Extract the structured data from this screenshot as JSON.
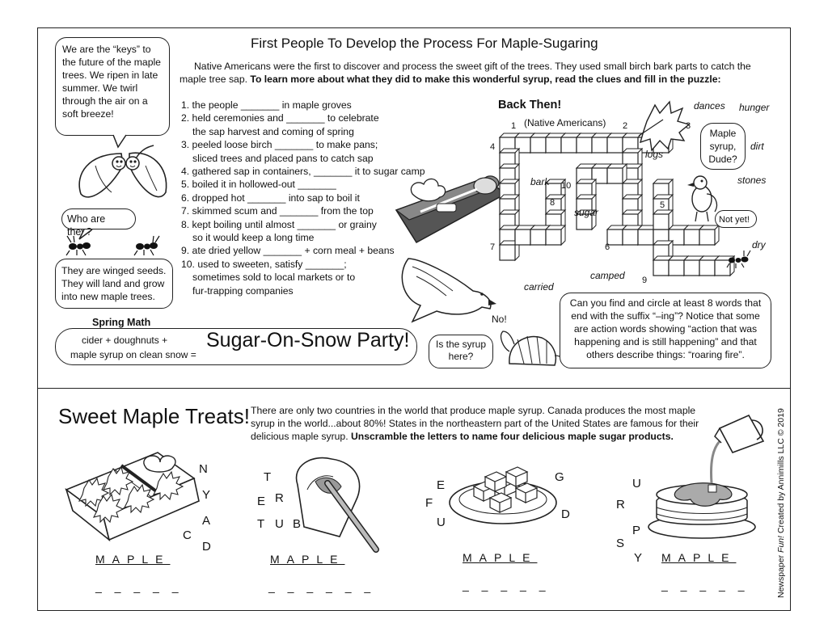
{
  "top": {
    "title": "First People To Develop the Process For Maple-Sugaring",
    "intro_plain": "Native Americans were the first to discover and process the sweet gift of the trees. They used small birch bark parts to catch the maple tree sap.",
    "intro_bold": "To learn more about what they did to make this wonderful syrup, read the clues and fill in the puzzle:",
    "keys_bubble": "We are the “keys” to the future of the maple trees. We ripen in late summer. We twirl through the air on a soft breeze!",
    "who_bubble": "Who are they?",
    "winged_bubble": "They are winged seeds. They will land and grow into new maple trees.",
    "clues": [
      {
        "text": "1. the people _______ in maple groves"
      },
      {
        "text": "2. held ceremonies and _______ to celebrate"
      },
      {
        "text": "the sap harvest and coming of spring",
        "indent": true
      },
      {
        "text": "3. peeled loose birch _______ to make pans;"
      },
      {
        "text": "sliced trees and placed pans to catch sap",
        "indent": true
      },
      {
        "text": "4. gathered sap in containers, _______ it to sugar camp"
      },
      {
        "text": "5. boiled it in hollowed-out _______"
      },
      {
        "text": "6. dropped hot _______ into sap to boil it"
      },
      {
        "text": "7. skimmed scum and _______ from the top"
      },
      {
        "text": "8. kept boiling until almost _______ or grainy"
      },
      {
        "text": "so it would keep a long time",
        "indent": true
      },
      {
        "text": "9. ate dried yellow _______ + corn meal + beans"
      },
      {
        "text": "10. used to sweeten, satisfy _______;"
      },
      {
        "text": "sometimes sold to local markets or to",
        "indent": true
      },
      {
        "text": "fur-trapping companies",
        "indent": true
      }
    ],
    "spring_math_label": "Spring Math",
    "math_line1": "cider + doughnuts +",
    "math_line2": "maple syrup on clean snow =",
    "party": "Sugar-On-Snow Party!",
    "syrup_bubble": "Is the syrup here?",
    "no_text": "No!",
    "back_then": "Back Then!",
    "native": "(Native Americans)",
    "maple_bubble": "Maple syrup, Dude?",
    "not_yet": "Not yet!",
    "suffix_bubble": "Can you find and circle at least 8 words that end with the suffix “–ing”? Notice that some are action words showing “action that was happening and is still happening” and that others describe things: “roaring fire”.",
    "word_bank": [
      "dances",
      "hunger",
      "dirt",
      "logs",
      "stones",
      "bark",
      "sugar",
      "dry",
      "camped",
      "carried"
    ],
    "numbers": [
      "1",
      "2",
      "3",
      "4",
      "5",
      "6",
      "7",
      "8",
      "9",
      "10"
    ]
  },
  "bottom": {
    "title": "Sweet Maple Treats!",
    "intro_plain": "There are only two countries in the world that produce maple syrup. Canada produces the most maple syrup in the world...about 80%! States in the northeastern part of the United States are famous for their delicious maple syrup.",
    "intro_bold": "Unscramble the letters to name four delicious maple sugar products.",
    "maple_word": "MAPLE",
    "blanks": [
      "_ _ _ _ _",
      "_ _ _ _ _ _",
      "_ _ _ _ _",
      "_ _ _ _ _"
    ],
    "scramble1": [
      "N",
      "Y",
      "A",
      "C",
      "D"
    ],
    "scramble2": [
      "T",
      "E",
      "R",
      "T",
      "U",
      "B"
    ],
    "scramble3": [
      "E",
      "G",
      "F",
      "U",
      "D"
    ],
    "scramble4": [
      "U",
      "R",
      "P",
      "S",
      "Y"
    ],
    "credit_1": "Newspaper ",
    "credit_fun": "Fun!",
    "credit_2": " Created by Annimills LLC © 2019"
  }
}
